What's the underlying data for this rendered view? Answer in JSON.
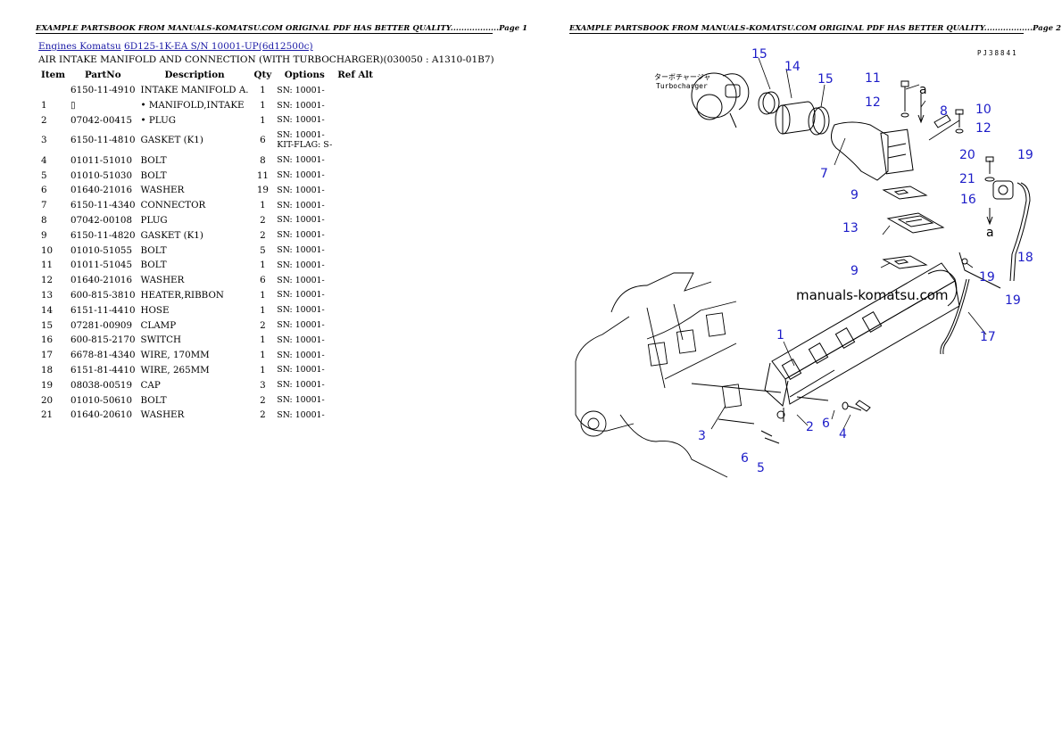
{
  "header_left": "EXAMPLE PARTSBOOK FROM MANUALS-KOMATSU.COM ORIGINAL PDF HAS BETTER QUALITY..................Page 1",
  "header_right": "EXAMPLE PARTSBOOK FROM MANUALS-KOMATSU.COM ORIGINAL PDF HAS BETTER QUALITY..................Page 2",
  "breadcrumb": {
    "link1": "Engines Komatsu",
    "link2": "6D125-1K-EA S/N 10001-UP(6d12500c)"
  },
  "section_title": "AIR INTAKE MANIFOLD AND CONNECTION (WITH TURBOCHARGER)(030050 : A1310-01B7)",
  "table": {
    "headers": [
      "Item",
      "PartNo",
      "Description",
      "Qty",
      "Options",
      "Ref Alt"
    ],
    "rows": [
      {
        "item": "",
        "part": "6150-11-4910",
        "desc": "INTAKE MANIFOLD A.",
        "qty": "1",
        "opt": "SN: 10001-"
      },
      {
        "item": "1",
        "part": "▯",
        "desc": "• MANIFOLD,INTAKE",
        "qty": "1",
        "opt": "SN: 10001-"
      },
      {
        "item": "2",
        "part": "07042-00415",
        "desc": "• PLUG",
        "qty": "1",
        "opt": "SN: 10001-"
      },
      {
        "item": "3",
        "part": "6150-11-4810",
        "desc": "GASKET (K1)",
        "qty": "6",
        "opt": "SN: 10001-",
        "opt2": "KIT-FLAG: S-"
      },
      {
        "item": "4",
        "part": "01011-51010",
        "desc": "BOLT",
        "qty": "8",
        "opt": "SN: 10001-"
      },
      {
        "item": "5",
        "part": "01010-51030",
        "desc": "BOLT",
        "qty": "11",
        "opt": "SN: 10001-"
      },
      {
        "item": "6",
        "part": "01640-21016",
        "desc": "WASHER",
        "qty": "19",
        "opt": "SN: 10001-"
      },
      {
        "item": "7",
        "part": "6150-11-4340",
        "desc": "CONNECTOR",
        "qty": "1",
        "opt": "SN: 10001-"
      },
      {
        "item": "8",
        "part": "07042-00108",
        "desc": "PLUG",
        "qty": "2",
        "opt": "SN: 10001-"
      },
      {
        "item": "9",
        "part": "6150-11-4820",
        "desc": "GASKET (K1)",
        "qty": "2",
        "opt": "SN: 10001-"
      },
      {
        "item": "10",
        "part": "01010-51055",
        "desc": "BOLT",
        "qty": "5",
        "opt": "SN: 10001-"
      },
      {
        "item": "11",
        "part": "01011-51045",
        "desc": "BOLT",
        "qty": "1",
        "opt": "SN: 10001-"
      },
      {
        "item": "12",
        "part": "01640-21016",
        "desc": "WASHER",
        "qty": "6",
        "opt": "SN: 10001-"
      },
      {
        "item": "13",
        "part": "600-815-3810",
        "desc": "HEATER,RIBBON",
        "qty": "1",
        "opt": "SN: 10001-"
      },
      {
        "item": "14",
        "part": "6151-11-4410",
        "desc": "HOSE",
        "qty": "1",
        "opt": "SN: 10001-"
      },
      {
        "item": "15",
        "part": "07281-00909",
        "desc": "CLAMP",
        "qty": "2",
        "opt": "SN: 10001-"
      },
      {
        "item": "16",
        "part": "600-815-2170",
        "desc": "SWITCH",
        "qty": "1",
        "opt": "SN: 10001-"
      },
      {
        "item": "17",
        "part": "6678-81-4340",
        "desc": "WIRE, 170MM",
        "qty": "1",
        "opt": "SN: 10001-"
      },
      {
        "item": "18",
        "part": "6151-81-4410",
        "desc": "WIRE, 265MM",
        "qty": "1",
        "opt": "SN: 10001-"
      },
      {
        "item": "19",
        "part": "08038-00519",
        "desc": "CAP",
        "qty": "3",
        "opt": "SN: 10001-"
      },
      {
        "item": "20",
        "part": "01010-50610",
        "desc": "BOLT",
        "qty": "2",
        "opt": "SN: 10001-"
      },
      {
        "item": "21",
        "part": "01640-20610",
        "desc": "WASHER",
        "qty": "2",
        "opt": "SN: 10001-"
      }
    ]
  },
  "diagram": {
    "sheet_code": "PJ38841",
    "watermark": "manuals-komatsu.com",
    "japanese_label": "ターボチャージャ",
    "english_label": "Turbocharger",
    "arrow_label": "a",
    "callouts": {
      "c15a": "15",
      "c14": "14",
      "c15b": "15",
      "c11": "11",
      "c12a": "12",
      "c8": "8",
      "c10": "10",
      "c12b": "12",
      "c7": "7",
      "c20": "20",
      "c21": "21",
      "c16": "16",
      "c19a": "19",
      "c9a": "9",
      "c13": "13",
      "c9b": "9",
      "c19b": "19",
      "c19c": "19",
      "c18": "18",
      "c17": "17",
      "c1": "1",
      "c2": "2",
      "c3": "3",
      "c4": "4",
      "c5": "5",
      "c6a": "6",
      "c6b": "6"
    }
  }
}
